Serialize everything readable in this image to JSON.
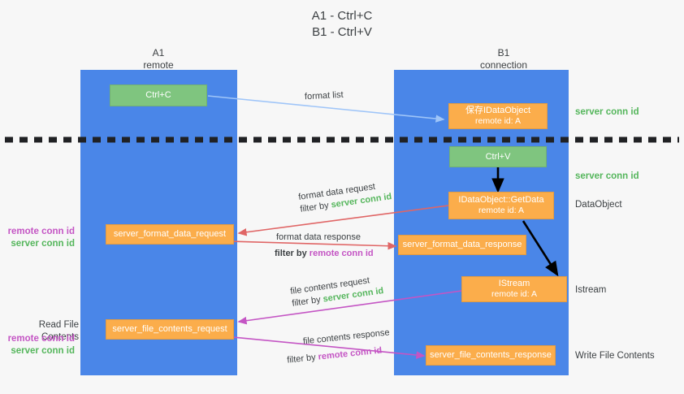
{
  "title": {
    "line1": "A1 - Ctrl+C",
    "line2": "B1 - Ctrl+V"
  },
  "colors": {
    "background": "#f7f7f7",
    "lane": "#4a86e8",
    "box_orange": "#fbad4b",
    "box_green": "#7fc57f",
    "server_conn_id": "#55b65c",
    "remote_conn_id": "#c455c4",
    "arrow_blue": "#9fc5f8",
    "arrow_red": "#e06666",
    "arrow_magenta": "#c455c4",
    "arrow_black": "#000000",
    "text": "#3c4043"
  },
  "lanes": [
    {
      "id": "a1",
      "name": "A1",
      "sub": "remote"
    },
    {
      "id": "b1",
      "name": "B1",
      "sub": "connection"
    }
  ],
  "boxes": [
    {
      "id": "ctrl-c",
      "lane": "a1",
      "kind": "green",
      "line1": "Ctrl+C",
      "line2": ""
    },
    {
      "id": "save-idataobject",
      "lane": "b1",
      "kind": "orange",
      "line1": "保存IDataObject",
      "line2": "remote id: A"
    },
    {
      "id": "ctrl-v",
      "lane": "b1",
      "kind": "green",
      "line1": "Ctrl+V",
      "line2": ""
    },
    {
      "id": "idataobject-getdata",
      "lane": "b1",
      "kind": "orange",
      "line1": "IDataObject::GetData",
      "line2": "remote id: A"
    },
    {
      "id": "server-format-data-request",
      "lane": "a1",
      "kind": "orange",
      "line1": "server_format_data_request",
      "line2": ""
    },
    {
      "id": "server-format-data-response",
      "lane": "b1",
      "kind": "orange",
      "line1": "server_format_data_response",
      "line2": ""
    },
    {
      "id": "istream",
      "lane": "b1",
      "kind": "orange",
      "line1": "IStream",
      "line2": "remote id: A"
    },
    {
      "id": "server-file-contents-request",
      "lane": "a1",
      "kind": "orange",
      "line1": "server_file_contents_request",
      "line2": ""
    },
    {
      "id": "server-file-contents-response",
      "lane": "b1",
      "kind": "orange",
      "line1": "server_file_contents_response",
      "line2": ""
    }
  ],
  "right_annotations": [
    {
      "id": "server-conn-id-1",
      "text": "server conn id",
      "style": "green"
    },
    {
      "id": "server-conn-id-2",
      "text": "server conn id",
      "style": "green"
    },
    {
      "id": "dataobject",
      "text": "DataObject",
      "style": "plain"
    },
    {
      "id": "istream-label",
      "text": "Istream",
      "style": "plain"
    },
    {
      "id": "write-file",
      "text": "Write File Contents",
      "style": "plain"
    }
  ],
  "left_annotations": [
    {
      "id": "left-conn-1-remote",
      "text": "remote conn id",
      "style": "purple"
    },
    {
      "id": "left-conn-1-server",
      "text": "server conn id",
      "style": "green"
    },
    {
      "id": "read-file-contents",
      "text": "Read File Contents",
      "style": "plain"
    },
    {
      "id": "left-conn-2-remote",
      "text": "remote conn id",
      "style": "purple"
    },
    {
      "id": "left-conn-2-server",
      "text": "server conn id",
      "style": "green"
    }
  ],
  "arrow_labels": [
    {
      "id": "format-list",
      "line1_pre": "format list",
      "line1_hi": "",
      "line1_post": "",
      "line2_pre": "",
      "line2_hi": "",
      "line2_post": ""
    },
    {
      "id": "format-data-request",
      "line1_pre": "format data request",
      "line1_hi": "",
      "line1_post": "",
      "line2_pre": "filter by ",
      "line2_hi": "server conn id",
      "line2_post": "",
      "hi_style": "green"
    },
    {
      "id": "format-data-response",
      "line1_pre": "format data response",
      "line1_hi": "",
      "line1_post": "",
      "line2_pre": "filter by ",
      "line2_hi": "remote conn id",
      "line2_post": "",
      "hi_style": "purple"
    },
    {
      "id": "file-contents-request",
      "line1_pre": "file contents request",
      "line1_hi": "",
      "line1_post": "",
      "line2_pre": "filter by ",
      "line2_hi": "server conn id",
      "line2_post": "",
      "hi_style": "green"
    },
    {
      "id": "file-contents-response",
      "line1_pre": "file contents response",
      "line1_hi": "",
      "line1_post": "",
      "line2_pre": "filter by ",
      "line2_hi": "remote conn id",
      "line2_post": "",
      "hi_style": "purple"
    }
  ]
}
